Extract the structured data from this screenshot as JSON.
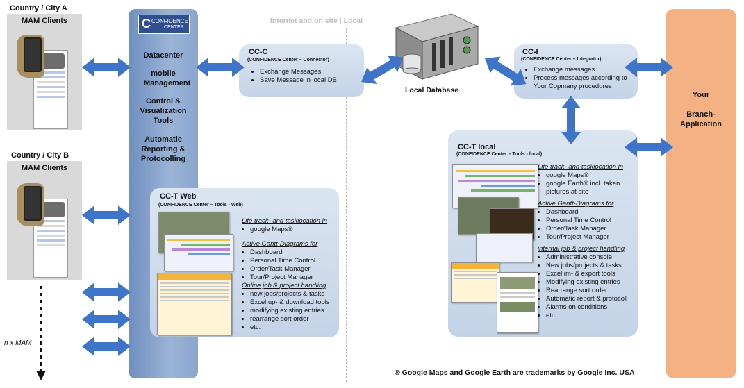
{
  "region_a": {
    "title": "Country / City A",
    "clients": "MAM Clients"
  },
  "region_b": {
    "title": "Country / City  B",
    "clients": "MAM Clients"
  },
  "n_mam": "n x MAM",
  "logo": {
    "line1": "CONFIDENCE",
    "line2": "CENTER"
  },
  "datacenter_items": [
    "Datacenter",
    "mobile Management",
    "Control & Visualization Tools",
    "Automatic Reporting & Protocolling"
  ],
  "network_label": {
    "left": "Internet and on site",
    "sep": "|",
    "right": "Local"
  },
  "ccc": {
    "title": "CC-C",
    "subtitle": "(CONFIDENCE Center – Connector)",
    "items": [
      "Exchange Messages",
      "Save Message in local DB"
    ]
  },
  "database": {
    "label": "Local Database"
  },
  "cci": {
    "title": "CC-I",
    "subtitle": "(CONFIDENCE Center – Integrator)",
    "items": [
      "Exchange messages",
      "Process messages according to Your Copmany procedures"
    ]
  },
  "branch": {
    "line1": "Your",
    "line2": "Branch-",
    "line3": "Application"
  },
  "cct_web": {
    "title": "CC-T Web",
    "subtitle": "(CONFIDENCE Center – Tools - Web)",
    "sections": [
      {
        "heading": "Life track- and tasklocation in",
        "items": [
          "google Maps®"
        ]
      },
      {
        "heading": "Active Gantt-Diagrams for",
        "items": [
          "Dashboard",
          "Personal Time Control",
          "Order/Task Manager",
          "Tour/Project Manager"
        ]
      },
      {
        "heading": "Online job & project handling",
        "items": [
          "new jobs/projects & tasks",
          "Excel up- & download tools",
          "modifying existing entries",
          "rearrange sort order",
          "etc."
        ]
      }
    ]
  },
  "cct_local": {
    "title": "CC-T local",
    "subtitle": "(CONFIDENCE Center – Tools - local)",
    "sections": [
      {
        "heading": "Life track- and tasklocation in",
        "items": [
          "google Maps®",
          "google Earth® incl. taken pictures at site"
        ]
      },
      {
        "heading": "Active Gantt-Diagrams for",
        "items": [
          "Dashboard",
          "Personal Time Control",
          "Order/Task Manager",
          "Tour/Project Manager"
        ]
      },
      {
        "heading": "internal job & project handling",
        "items": [
          "Administrative console",
          "New jobs/projects & tasks",
          "Excel im- & export tools",
          "Modifying existing entries",
          "Rearrange sort order",
          "Automatic report & protocoll",
          "Alarms on conditions",
          "etc."
        ]
      }
    ]
  },
  "trademark": "® Google Maps and Google Earth are trademarks by Google Inc. USA",
  "colors": {
    "arrow": "#3f75c9",
    "blue_column": "#8aa6cf",
    "blue_box": "#c9d7ea",
    "orange": "#f4b183",
    "grey_panel": "#d9d9d9"
  }
}
